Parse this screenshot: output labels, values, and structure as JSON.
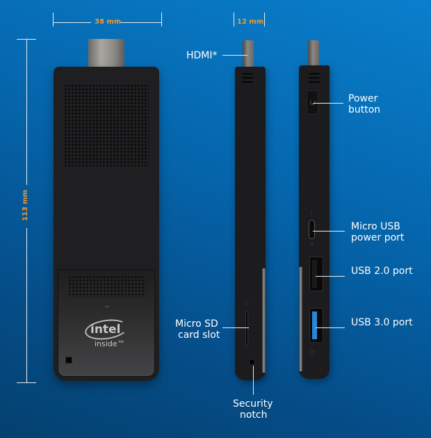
{
  "dimensions": {
    "width": "38 mm",
    "depth": "12 mm",
    "height": "113 mm"
  },
  "branding": {
    "logo_word": "intel",
    "logo_tagline": "inside™"
  },
  "callouts": {
    "hdmi": "HDMI*",
    "power_line1": "Power",
    "power_line2": "button",
    "micro_usb_line1": "Micro USB",
    "micro_usb_line2": "power port",
    "usb2": "USB 2.0 port",
    "usb3": "USB 3.0 port",
    "micro_sd_line1": "Micro SD",
    "micro_sd_line2": "card slot",
    "security_line1": "Security",
    "security_line2": "notch"
  },
  "colors": {
    "background_top": "#0a7fcc",
    "background_bottom": "#04416f",
    "dimension_text": "#f29a2e",
    "usb3_accent": "#2a86d8",
    "device_body": "#1f1f21"
  }
}
